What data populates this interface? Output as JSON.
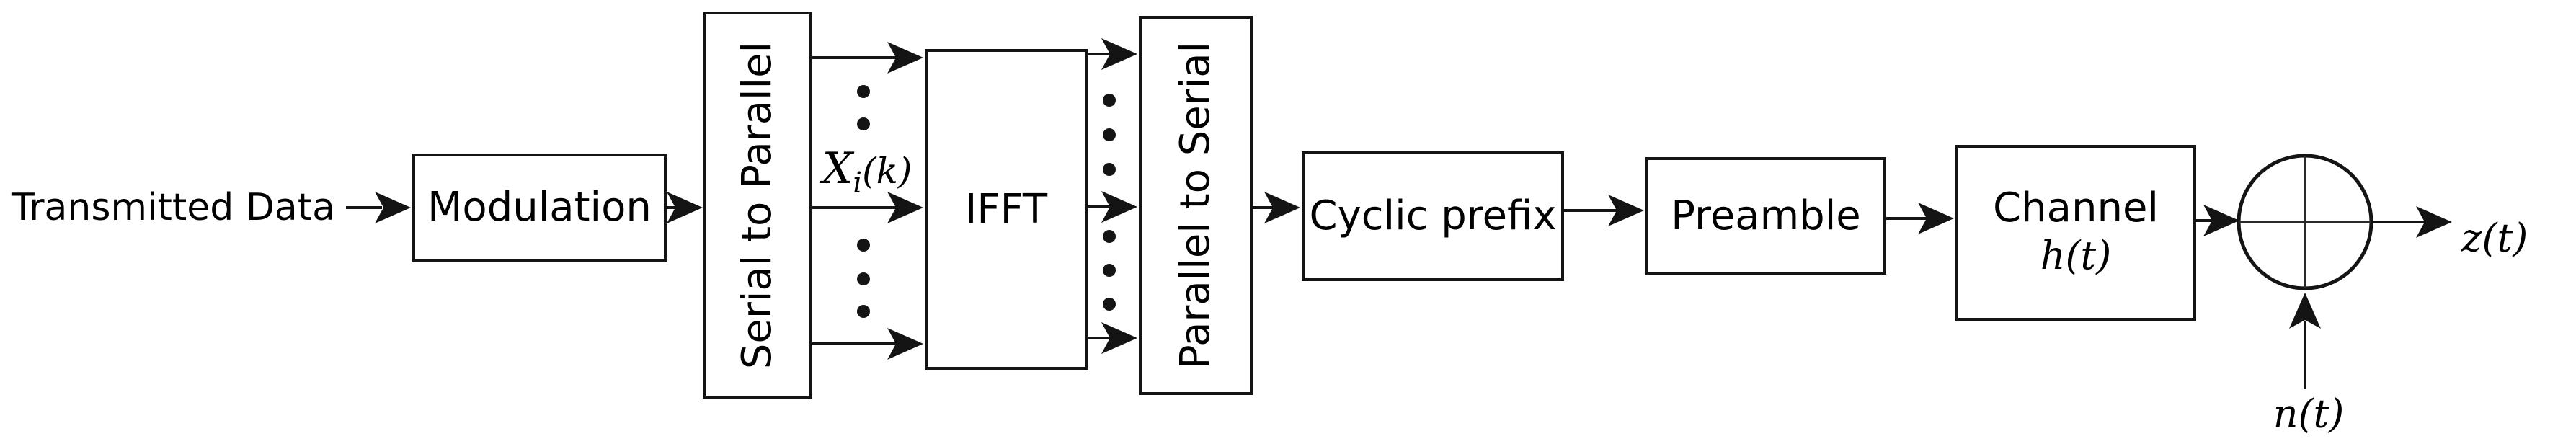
{
  "diagram": {
    "source_label": "Transmitted Data",
    "blocks": [
      {
        "id": "modulation",
        "label": "Modulation"
      },
      {
        "id": "serial-to-parallel",
        "label": "Serial to Parallel"
      },
      {
        "id": "ifft",
        "label": "IFFT"
      },
      {
        "id": "parallel-to-serial",
        "label": "Parallel to Serial"
      },
      {
        "id": "cyclic-prefix",
        "label": "Cyclic prefix"
      },
      {
        "id": "preamble",
        "label": "Preamble"
      },
      {
        "id": "channel",
        "label": "Channel",
        "sublabel": "h(t)"
      }
    ],
    "signals": {
      "subcarrier_base": "X",
      "subcarrier_sub": "i",
      "subcarrier_arg": "(k)",
      "noise": "n(t)",
      "output": "z(t)"
    },
    "adder_symbol": "circle-plus",
    "colors": {
      "stroke": "#141414",
      "background": "#ffffff",
      "text": "#000000"
    }
  }
}
